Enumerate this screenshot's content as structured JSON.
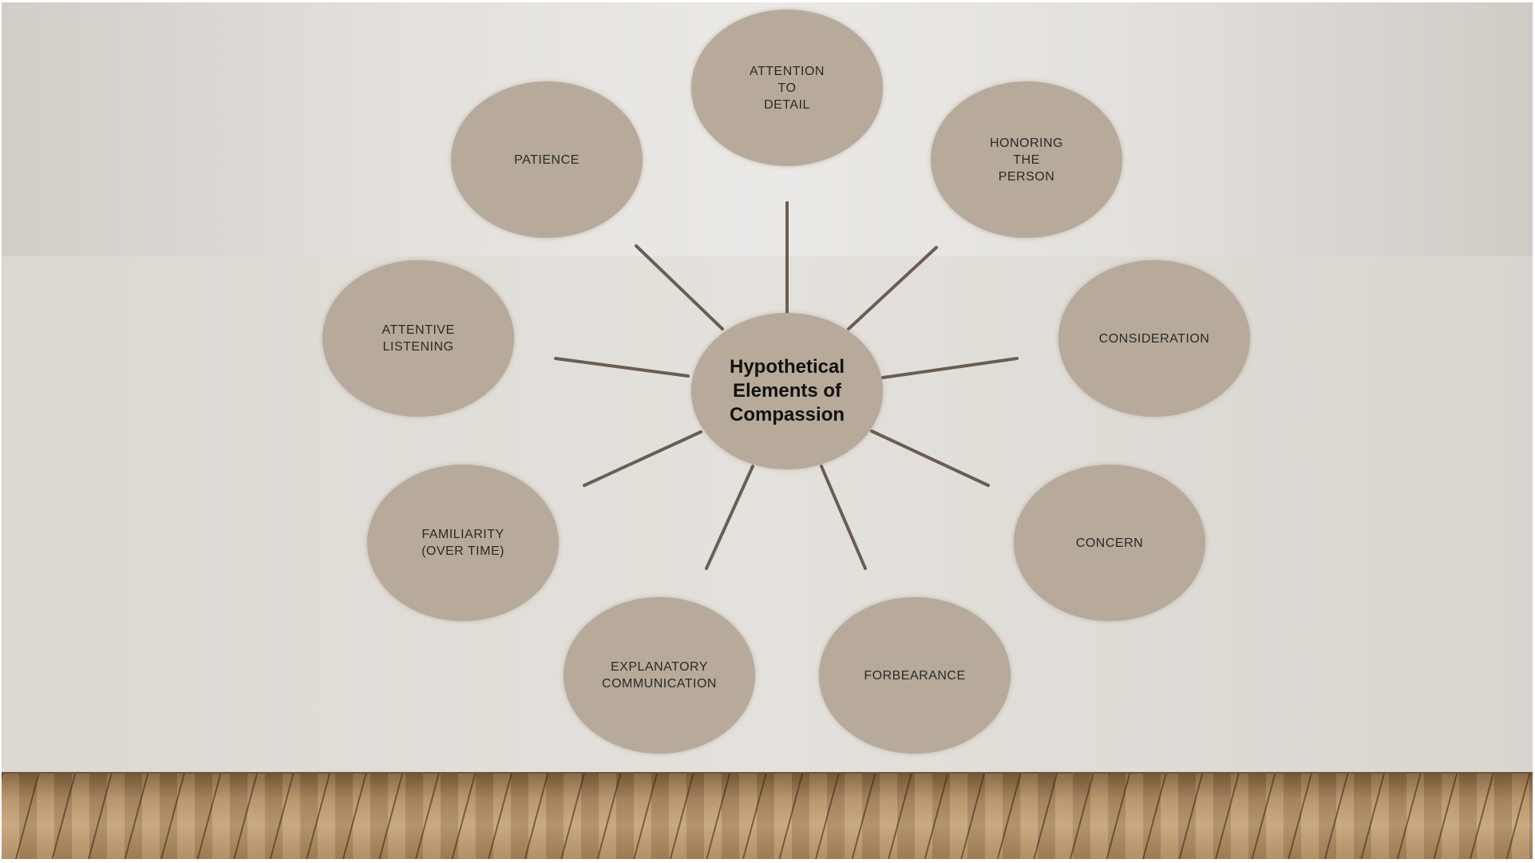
{
  "diagram": {
    "center": {
      "label": "Hypothetical\nElements of\nCompassion"
    },
    "elements": [
      {
        "id": "attention-to-detail",
        "label": "ATTENTION\nTO\nDETAIL"
      },
      {
        "id": "honoring-the-person",
        "label": "HONORING\nTHE\nPERSON"
      },
      {
        "id": "consideration",
        "label": "CONSIDERATION"
      },
      {
        "id": "concern",
        "label": "CONCERN"
      },
      {
        "id": "forbearance",
        "label": "FORBEARANCE"
      },
      {
        "id": "explanatory-communication",
        "label": "EXPLANATORY\nCOMMUNICATION"
      },
      {
        "id": "familiarity",
        "label": "FAMILIARITY\n(OVER TIME)"
      },
      {
        "id": "attentive-listening",
        "label": "ATTENTIVE\nLISTENING"
      },
      {
        "id": "patience",
        "label": "PATIENCE"
      }
    ]
  },
  "colors": {
    "node_fill": "#b7aa9a",
    "spoke": "#6b5d50",
    "wall": "#e4e1dc",
    "floor": "#a9865d"
  }
}
